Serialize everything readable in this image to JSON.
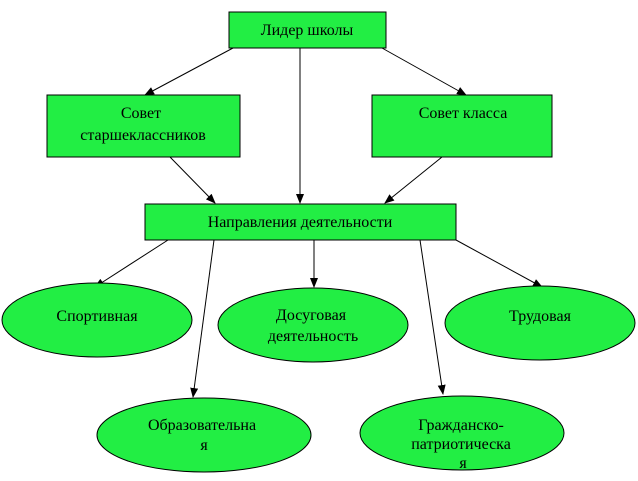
{
  "colors": {
    "fill": "#22ee44",
    "stroke": "#000000",
    "background": "#ffffff"
  },
  "nodes": {
    "leader": {
      "lines": [
        "Лидер школы"
      ]
    },
    "senior_council": {
      "lines": [
        "Совет",
        "старшеклассников"
      ]
    },
    "class_council": {
      "lines": [
        "Совет класса"
      ]
    },
    "directions": {
      "lines": [
        "Направления деятельности"
      ]
    },
    "sports": {
      "lines": [
        "Спортивная"
      ]
    },
    "leisure": {
      "lines": [
        "Досуговая",
        "деятельность"
      ]
    },
    "labor": {
      "lines": [
        "Трудовая"
      ]
    },
    "educational": {
      "lines": [
        "Образовательна",
        "я"
      ]
    },
    "civic": {
      "lines": [
        "Гражданско-",
        "патриотическа",
        "я"
      ]
    }
  }
}
